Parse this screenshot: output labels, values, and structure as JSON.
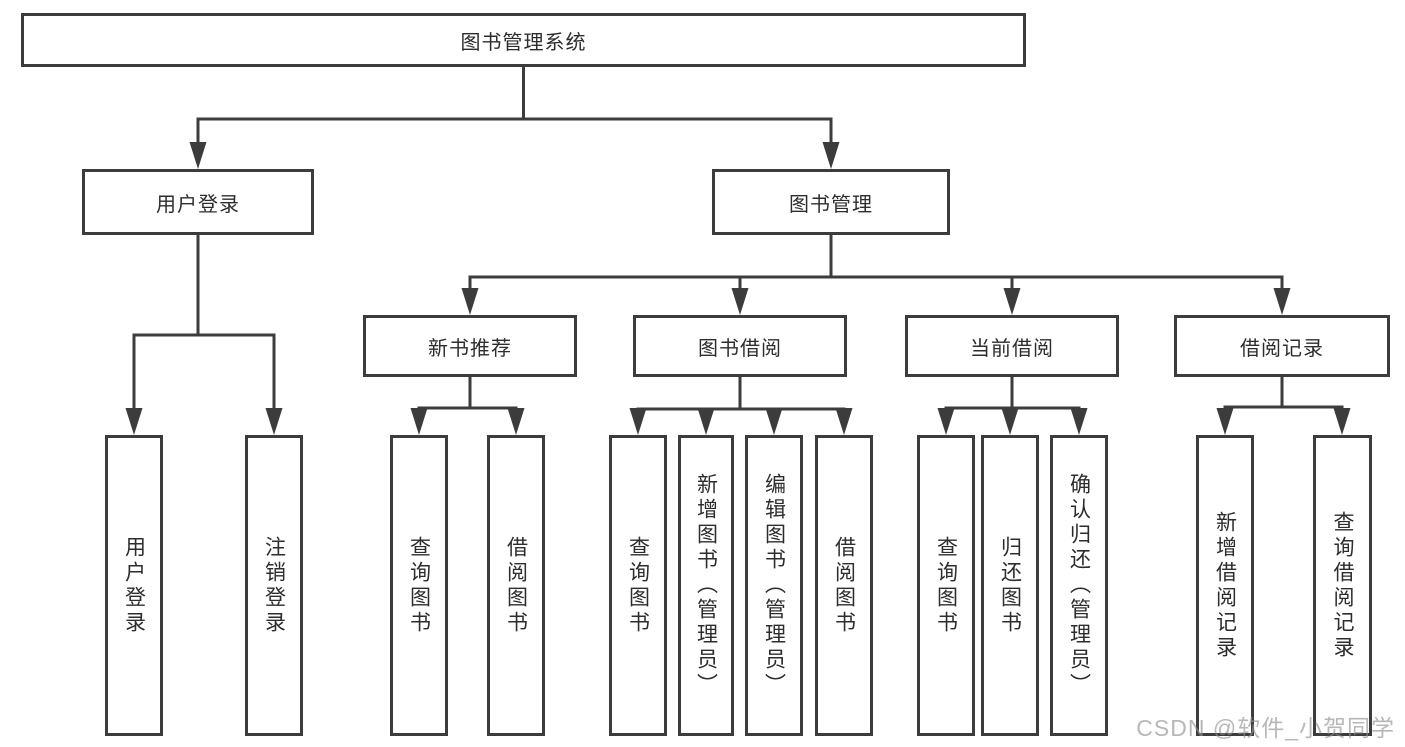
{
  "tree": {
    "root": "图书管理系统",
    "branches": [
      {
        "label": "用户登录",
        "children": [
          "用户登录",
          "注销登录"
        ]
      },
      {
        "label": "图书管理",
        "groups": [
          {
            "label": "新书推荐",
            "children": [
              "查询图书",
              "借阅图书"
            ]
          },
          {
            "label": "图书借阅",
            "children": [
              "查询图书",
              "新增图书（管理员）",
              "编辑图书（管理员）",
              "借阅图书"
            ]
          },
          {
            "label": "当前借阅",
            "children": [
              "查询图书",
              "归还图书",
              "确认归还（管理员）"
            ]
          },
          {
            "label": "借阅记录",
            "children": [
              "新增借阅记录",
              "查询借阅记录"
            ]
          }
        ]
      }
    ]
  },
  "watermark": "CSDN @软件_小贺同学",
  "colors": {
    "line": "#3c3c3c",
    "text": "#2d2d2d",
    "background": "#ffffff",
    "watermark": "#919191"
  }
}
